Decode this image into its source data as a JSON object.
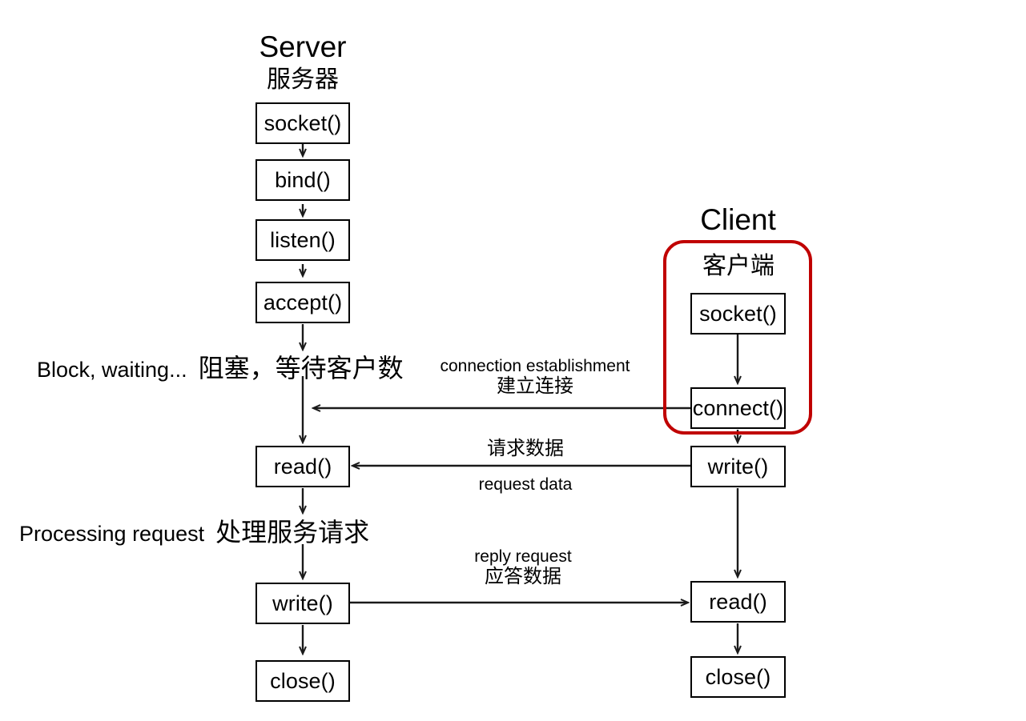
{
  "diagram": {
    "title_note": "TCP socket communication flow between server and client",
    "columns": [
      {
        "id": "server",
        "heading_en": "Server",
        "heading_cn": "服务器",
        "nodes": [
          {
            "label": "socket()"
          },
          {
            "label": "bind()"
          },
          {
            "label": "listen()"
          },
          {
            "label": "accept()"
          },
          {
            "label": "read()"
          },
          {
            "label": "write()"
          },
          {
            "label": "close()"
          }
        ]
      },
      {
        "id": "client",
        "heading_en": "Client",
        "heading_cn": "客户端",
        "nodes": [
          {
            "label": "socket()"
          },
          {
            "label": "connect()"
          },
          {
            "label": "write()"
          },
          {
            "label": "read()"
          },
          {
            "label": "close()"
          }
        ]
      }
    ],
    "annotations": [
      {
        "id": "block-waiting",
        "en": "Block, waiting...",
        "cn": "阻塞，等待客户数"
      },
      {
        "id": "connection-establishment",
        "en": "connection establishment",
        "cn": "建立连接"
      },
      {
        "id": "request-data",
        "cn": "请求数据",
        "en": "request data"
      },
      {
        "id": "processing-request",
        "en": "Processing request",
        "cn": "处理服务请求"
      },
      {
        "id": "reply-request",
        "en": "reply request",
        "cn": "应答数据"
      }
    ],
    "colors": {
      "highlight": "#c00000",
      "stroke": "#000000",
      "background": "#ffffff"
    }
  }
}
